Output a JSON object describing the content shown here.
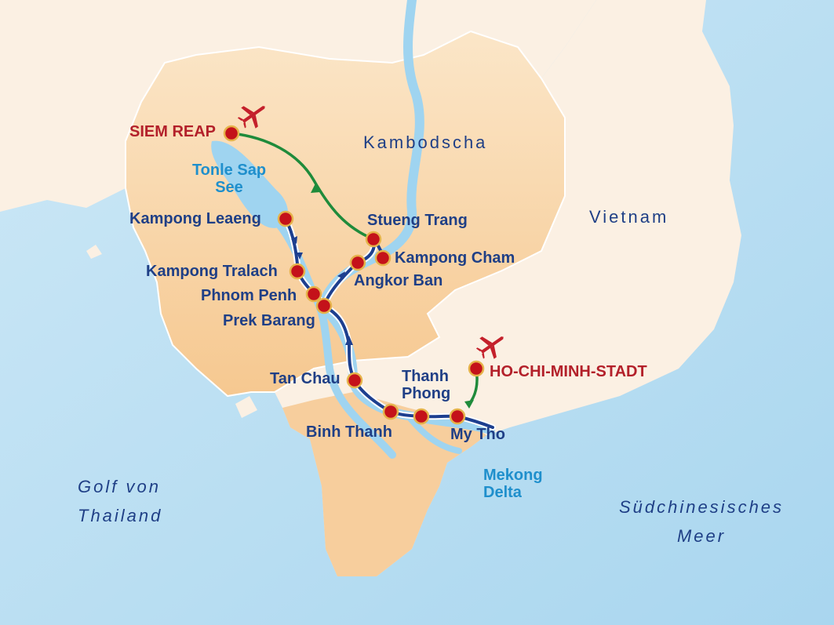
{
  "colors": {
    "sea": "#bfe0f2",
    "land_cambodia": "#f8d6a6",
    "land_other": "#fbf0e3",
    "water": "#9fd4f0",
    "route_blue": "#1d3f8f",
    "route_green": "#1f8b3b",
    "stop_red": "#c4121a",
    "stop_ring": "#e6b34a",
    "airport_red": "#c4202b"
  },
  "icons": [
    "airplane-icon",
    "airplane-icon"
  ],
  "countries": {
    "cambodia": "Kambodscha",
    "vietnam": "Vietnam"
  },
  "seas": {
    "thailand": [
      "Golf von",
      "Thailand"
    ],
    "south_china": [
      "Südchinesisches",
      "Meer"
    ]
  },
  "water": {
    "tonle_sap": [
      "Tonle Sap",
      "See"
    ],
    "mekong_delta": [
      "Mekong",
      "Delta"
    ]
  },
  "airports": {
    "siem_reap": "SIEM REAP",
    "hcmc": "HO-CHI-MINH-STADT"
  },
  "stops": {
    "kampong_leaeng": "Kampong Leaeng",
    "kampong_tralach": "Kampong Tralach",
    "phnom_penh": "Phnom Penh",
    "prek_barang": "Prek Barang",
    "stueng_trang": "Stueng Trang",
    "kampong_cham": "Kampong Cham",
    "angkor_ban": "Angkor Ban",
    "tan_chau": "Tan Chau",
    "thanh_phong": [
      "Thanh",
      "Phong"
    ],
    "binh_thanh": "Binh Thanh",
    "my_tho": "My Tho"
  }
}
